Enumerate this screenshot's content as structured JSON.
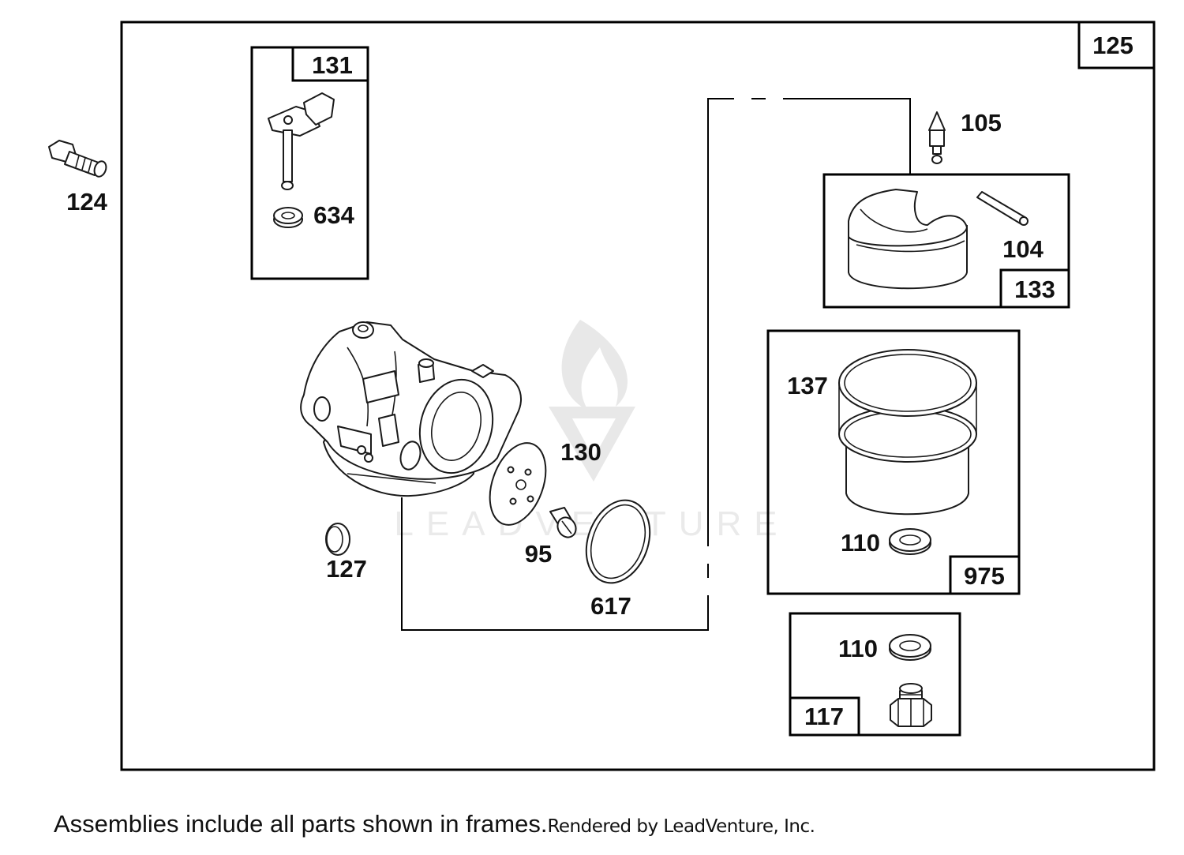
{
  "diagram": {
    "assembly_number": "125",
    "callouts": {
      "p124": "124",
      "p131": "131",
      "p634": "634",
      "p105": "105",
      "p104": "104",
      "p133": "133",
      "p130": "130",
      "p137": "137",
      "p127": "127",
      "p95": "95",
      "p617": "617",
      "p110a": "110",
      "p975": "975",
      "p110b": "110",
      "p117": "117"
    },
    "watermark": "LEADVENTURE"
  },
  "footer": {
    "note": "Assemblies include all parts shown in frames.",
    "credit": "Rendered by LeadVenture, Inc."
  },
  "colors": {
    "line": "#000000",
    "watermark": "#e6e6e6"
  }
}
